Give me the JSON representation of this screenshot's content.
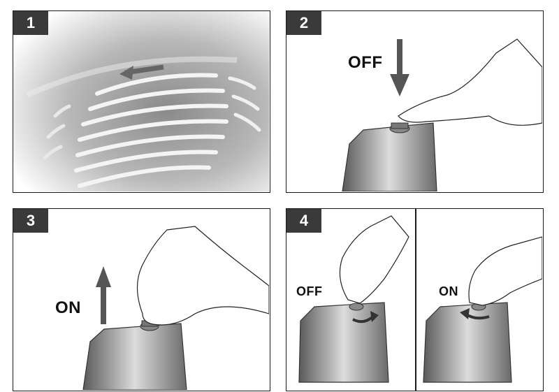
{
  "steps": [
    {
      "number": "1"
    },
    {
      "number": "2",
      "label": "OFF"
    },
    {
      "number": "3",
      "label": "ON"
    },
    {
      "number": "4",
      "label_left": "OFF",
      "label_right": "ON"
    }
  ],
  "colors": {
    "badge": "#3a3a3a",
    "frame": "#1a1a1a",
    "arrow": "#555555"
  },
  "icons": [
    "arrow-left-icon",
    "arrow-down-icon",
    "arrow-up-icon",
    "rotate-clockwise-icon",
    "rotate-counterclockwise-icon"
  ]
}
